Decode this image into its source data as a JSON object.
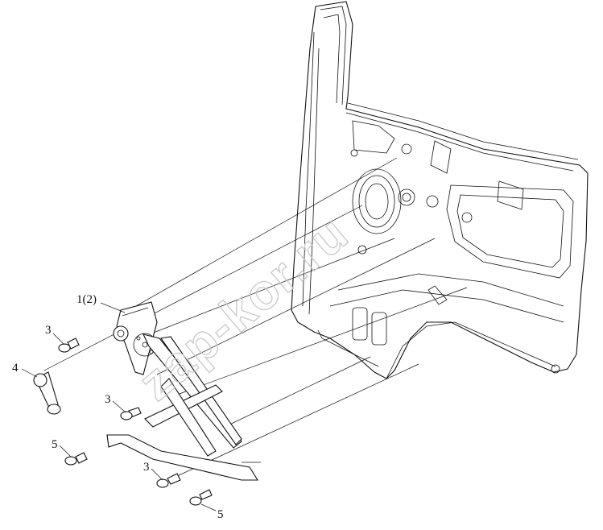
{
  "diagram": {
    "callouts": [
      {
        "id": "c1",
        "label": "1(2)"
      },
      {
        "id": "c2",
        "label": "3"
      },
      {
        "id": "c3",
        "label": "4"
      },
      {
        "id": "c4",
        "label": "3"
      },
      {
        "id": "c5",
        "label": "5"
      },
      {
        "id": "c6",
        "label": "3"
      },
      {
        "id": "c7",
        "label": "5"
      }
    ],
    "watermark": "zap-kor.ru"
  }
}
